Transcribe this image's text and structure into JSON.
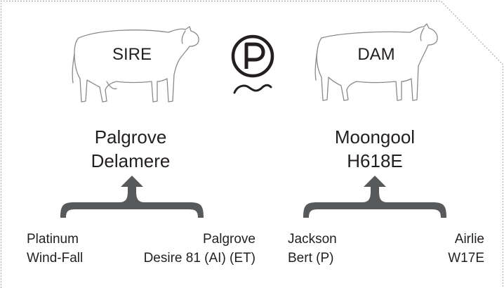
{
  "sire": {
    "label": "SIRE",
    "name_line1": "Palgrove",
    "name_line2": "Delamere",
    "parents": [
      {
        "line1": "Platinum",
        "line2": "Wind-Fall"
      },
      {
        "line1": "Palgrove",
        "line2": "Desire 81 (AI) (ET)"
      }
    ]
  },
  "dam": {
    "label": "DAM",
    "name_line1": "Moongool",
    "name_line2": "H618E",
    "parents": [
      {
        "line1": "Jackson",
        "line2": "Bert (P)"
      },
      {
        "line1": "Airlie",
        "line2": "W17E"
      }
    ]
  },
  "badge": {
    "letter": "P",
    "meaning": "polled-icon"
  },
  "colors": {
    "text": "#231f20",
    "bracket": "#58595b",
    "outline": "#8a8a8a",
    "border": "#9a9a9a"
  }
}
